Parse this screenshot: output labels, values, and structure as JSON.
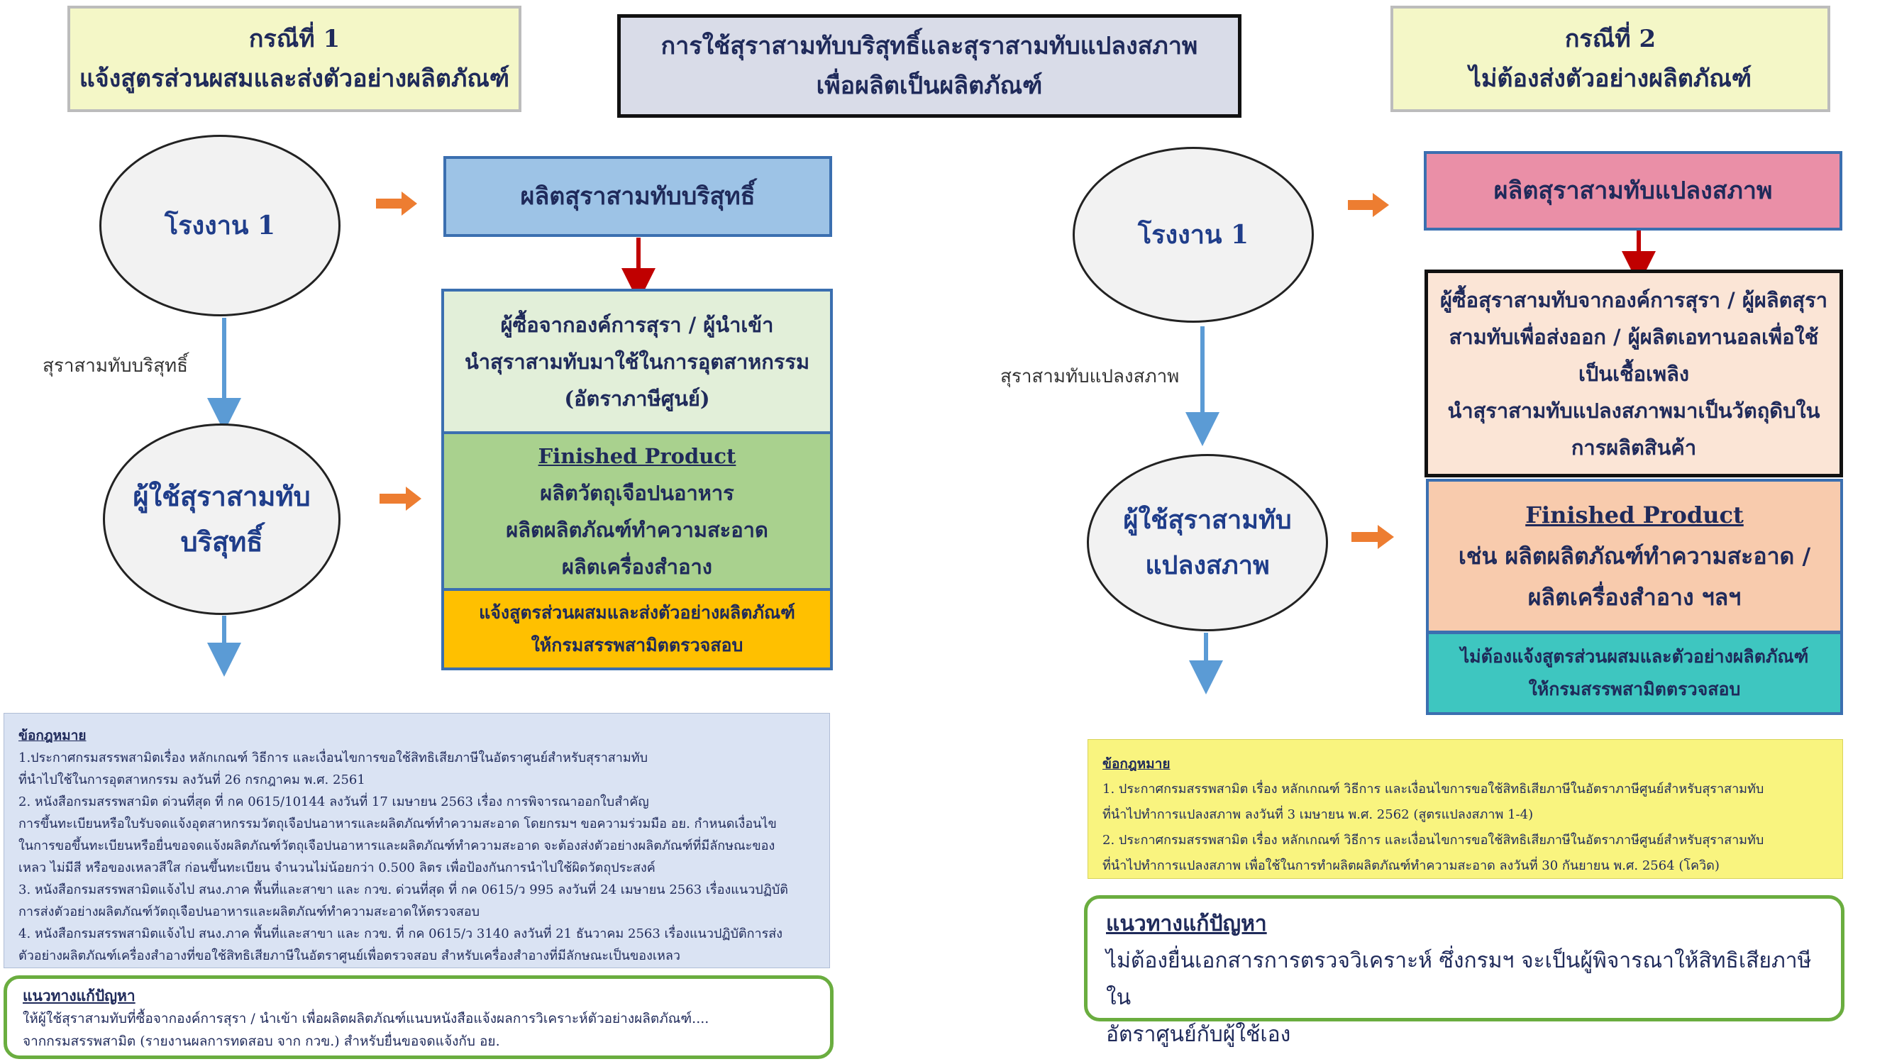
{
  "title": {
    "line1": "การใช้สุราสามทับบริสุทธิ์และสุราสามทับแปลงสภาพ",
    "line2": "เพื่อผลิตเป็นผลิตภัณฑ์"
  },
  "case1": {
    "header_line1": "กรณีที่ 1",
    "header_line2": "แจ้งสูตรส่วนผสมและส่งตัวอย่างผลิตภัณฑ์",
    "factory": "โรงงาน 1",
    "flow_label": "สุราสามทับบริสุทธิ์",
    "user_line1": "ผู้ใช้สุราสามทับ",
    "user_line2": "บริสุทธิ์",
    "produce_box": "ผลิตสุราสามทับบริสุทธิ์",
    "buyer_line1": "ผู้ซื้อจากองค์การสุรา /  ผู้นำเข้า",
    "buyer_line2": "นำสุราสามทับมาใช้ในการอุตสาหกรรม",
    "buyer_line3": "(อัตราภาษีศูนย์)",
    "finished_title": "Finished Product",
    "finished_line1": "ผลิตวัตถุเจือปนอาหาร",
    "finished_line2": "ผลิตผลิตภัณฑ์ทำความสะอาด",
    "finished_line3": "ผลิตเครื่องสำอาง",
    "notify_line1": "แจ้งสูตรส่วนผสมและส่งตัวอย่างผลิตภัณฑ์",
    "notify_line2": "ให้กรมสรรพสามิตตรวจสอบ",
    "legal_heading": "ข้อกฎหมาย",
    "legal_lines": [
      "1.ประกาศกรมสรรพสามิตเรื่อง หลักเกณฑ์ วิธีการ และเงื่อนไขการขอใช้สิทธิเสียภาษีในอัตราศูนย์สำหรับสุราสามทับ",
      "ที่นำไปใช้ในการอุตสาหกรรม ลงวันที่ 26 กรกฎาคม พ.ศ. 2561",
      "2. หนังสือกรมสรรพสามิต ด่วนที่สุด ที่ กค 0615/10144 ลงวันที่ 17 เมษายน 2563 เรื่อง การพิจารณาออกใบสำคัญ",
      "การขึ้นทะเบียนหรือใบรับจดแจ้งอุตสาหกรรมวัตถุเจือปนอาหารและผลิตภัณฑ์ทำความสะอาด โดยกรมฯ ขอความร่วมมือ อย. กำหนดเงื่อนไข",
      "ในการขอขึ้นทะเบียนหรือยื่นขอจดแจ้งผลิตภัณฑ์วัตถุเจือปนอาหารและผลิตภัณฑ์ทำความสะอาด จะต้องส่งตัวอย่างผลิตภัณฑ์ที่มีลักษณะของ",
      "เหลว ไม่มีสี หรือของเหลวสีใส ก่อนขึ้นทะเบียน จำนวนไม่น้อยกว่า 0.500 ลิตร เพื่อป้องกันการนำไปใช้ผิดวัตถุประสงค์",
      "3. หนังสือกรมสรรพสามิตแจ้งไป สนง.ภาค พื้นที่และสาขา และ กวข. ด่วนที่สุด ที่ กค 0615/ว 995 ลงวันที่ 24 เมษายน 2563 เรื่องแนวปฏิบัติ",
      "การส่งตัวอย่างผลิตภัณฑ์วัตถุเจือปนอาหารและผลิตภัณฑ์ทำความสะอาดให้ตรวจสอบ",
      "4. หนังสือกรมสรรพสามิตแจ้งไป สนง.ภาค พื้นที่และสาขา และ กวข. ที่ กค 0615/ว 3140 ลงวันที่ 21 ธันวาคม 2563 เรื่องแนวปฏิบัติการส่ง",
      "ตัวอย่างผลิตภัณฑ์เครื่องสำอางที่ขอใช้สิทธิเสียภาษีในอัตราศูนย์เพื่อตรวจสอบ สำหรับเครื่องสำอางที่มีลักษณะเป็นของเหลว"
    ],
    "solution_heading": "แนวทางแก้ปัญหา",
    "solution_line1": "ให้ผู้ใช้สุราสามทับที่ซื้อจากองค์การสุรา / นำเข้า เพื่อผลิตผลิตภัณฑ์แนบหนังสือแจ้งผลการวิเคราะห์ตัวอย่างผลิตภัณฑ์....",
    "solution_line2": "จากกรมสรรพสามิต (รายงานผลการทดสอบ จาก กวข.) สำหรับยื่นขอจดแจ้งกับ อย."
  },
  "case2": {
    "header_line1": "กรณีที่ 2",
    "header_line2": "ไม่ต้องส่งตัวอย่างผลิตภัณฑ์",
    "factory": "โรงงาน 1",
    "flow_label": "สุราสามทับแปลงสภาพ",
    "user_line1": "ผู้ใช้สุราสามทับ",
    "user_line2": "แปลงสภาพ",
    "produce_box": "ผลิตสุราสามทับแปลงสภาพ",
    "buyer_line1": "ผู้ซื้อสุราสามทับจากองค์การสุรา /  ผู้ผลิตสุรา",
    "buyer_line2": "สามทับเพื่อส่งออก / ผู้ผลิตเอทานอลเพื่อใช้",
    "buyer_line3": "เป็นเชื้อเพลิง",
    "buyer_line4": "นำสุราสามทับแปลงสภาพมาเป็นวัตถุดิบใน",
    "buyer_line5": "การผลิตสินค้า",
    "finished_title": "Finished Product",
    "finished_line1": "เช่น ผลิตผลิตภัณฑ์ทำความสะอาด /",
    "finished_line2": "ผลิตเครื่องสำอาง ฯลฯ",
    "notify_line1": "ไม่ต้องแจ้งสูตรส่วนผสมและตัวอย่างผลิตภัณฑ์",
    "notify_line2": "ให้กรมสรรพสามิตตรวจสอบ",
    "legal_heading": "ข้อกฎหมาย",
    "legal_lines": [
      "1. ประกาศกรมสรรพสามิต เรื่อง หลักเกณฑ์  วิธีการ  และเงื่อนไขการขอใช้สิทธิเสียภาษีในอัตราภาษีศูนย์สำหรับสุราสามทับ",
      "ที่นำไปทำการแปลงสภาพ ลงวันที่ 3 เมษายน พ.ศ. 2562 (สูตรแปลงสภาพ 1-4)",
      "2. ประกาศกรมสรรพสามิต เรื่อง หลักเกณฑ์ วิธีการ และเงื่อนไขการขอใช้สิทธิเสียภาษีในอัตราภาษีศูนย์สำหรับสุราสามทับ",
      "ที่นำไปทำการแปลงสภาพ เพื่อใช้ในการทำผลิตผลิตภัณฑ์ทำความสะอาด ลงวันที่ 30 กันยายน พ.ศ. 2564 (โควิด)"
    ],
    "solution_heading": "แนวทางแก้ปัญหา",
    "solution_line1": "ไม่ต้องยื่นเอกสารการตรวจวิเคราะห์ ซึ่งกรมฯ จะเป็นผู้พิจารณาให้สิทธิเสียภาษีใน",
    "solution_line2": "อัตราศูนย์กับผู้ใช้เอง"
  },
  "colors": {
    "blue_box": "#9dc3e6",
    "buyer_green": "#e2efd9",
    "finished_green": "#a9d18e",
    "notify_orange": "#ffc000",
    "pink_box": "#ea8fa7",
    "buyer_peach": "#fbe5d6",
    "finished_peach": "#f8cbad",
    "notify_teal": "#3ec6c0",
    "legal_blue": "#dae3f3",
    "legal_yellow": "#f9f47f",
    "solution_border": "#6aad3f",
    "arrow_blue": "#5b9bd5",
    "arrow_red": "#c00000",
    "arrow_orange": "#ed7d31"
  }
}
